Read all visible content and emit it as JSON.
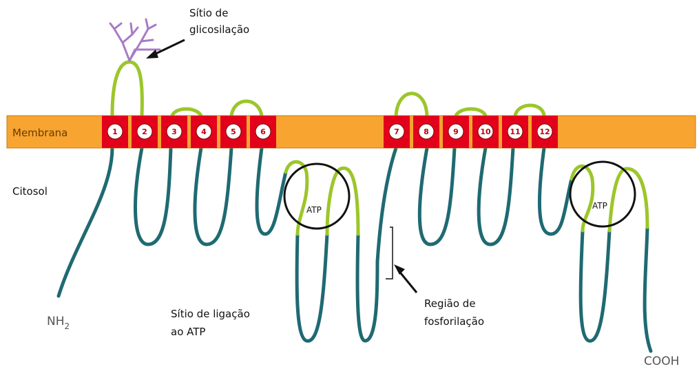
{
  "membrane_label": "Membrana",
  "cytosol_label": "Citosol",
  "glycosylation_label_line1": "Sítio de",
  "glycosylation_label_line2": "glicosilação",
  "atp_binding_label_line1": "Sítio de ligação",
  "atp_binding_label_line2": "ao ATP",
  "phosphorylation_label_line1": "Região de",
  "phosphorylation_label_line2": "fosforilação",
  "n_terminus": "NH",
  "n_terminus_subscript": "2",
  "c_terminus": "COOH",
  "atp_site_1": "ATP",
  "atp_site_2": "ATP",
  "segments": [
    "1",
    "2",
    "3",
    "4",
    "5",
    "6",
    "7",
    "8",
    "9",
    "10",
    "11",
    "12"
  ],
  "colors": {
    "membrane": "#f7a431",
    "transmembrane": "#e3001b",
    "cytoplasmic_loop": "#1f6a72",
    "extracellular_loop": "#9cc62a",
    "glycan": "#a77bc7"
  }
}
